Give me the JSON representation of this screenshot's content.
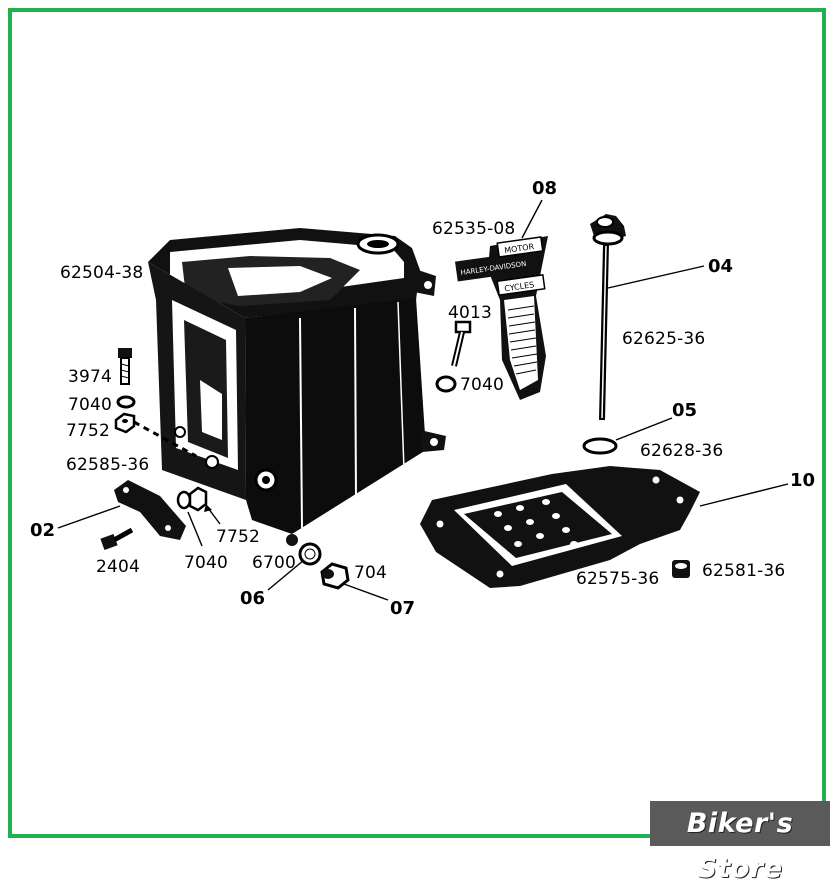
{
  "diagram": {
    "part_labels": {
      "p62504_38": "62504-38",
      "p3974": "3974",
      "p7040_a": "7040",
      "p7752_a": "7752",
      "p62585_36": "62585-36",
      "p2404": "2404",
      "p7040_b": "7040",
      "p7752_b": "7752",
      "p6700": "6700",
      "p704": "704",
      "p62535_08": "62535-08",
      "p4013": "4013",
      "p7040_c": "7040",
      "p62625_36": "62625-36",
      "p62628_36": "62628-36",
      "p62575_36": "62575-36",
      "p62581_36": "62581-36"
    },
    "callouts": {
      "c02": "02",
      "c04": "04",
      "c05": "05",
      "c06": "06",
      "c07": "07",
      "c08": "08",
      "c10": "10"
    },
    "emblem_text": {
      "line1": "MOTOR",
      "line2": "HARLEY-DAVIDSON",
      "line3": "CYCLES"
    }
  },
  "watermark": {
    "text": "Biker's Store"
  },
  "colors": {
    "frame": "#22b14c",
    "badge": "#5a5a5a",
    "ink": "#000000"
  }
}
